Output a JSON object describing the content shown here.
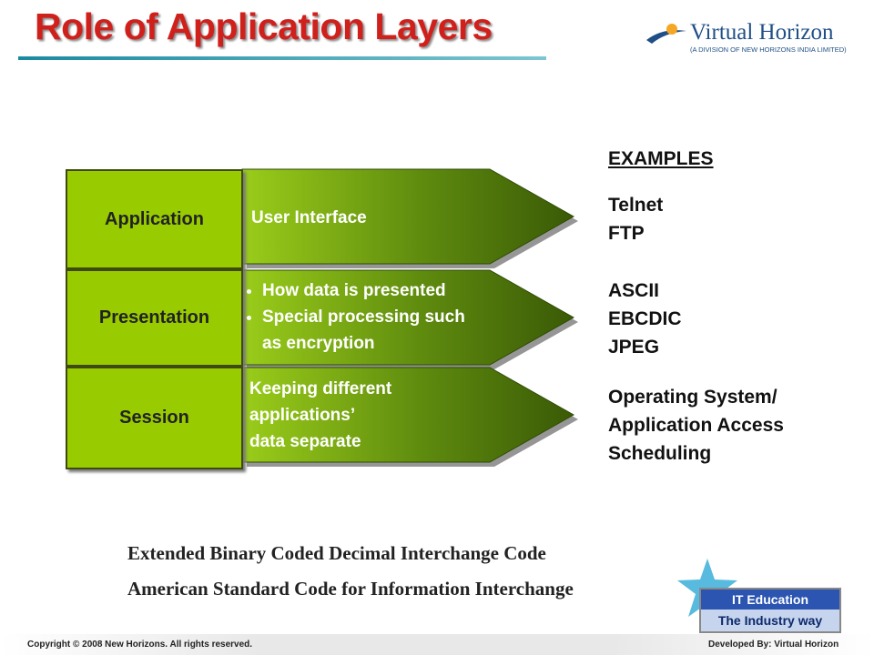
{
  "slide": {
    "title": "Role of Application Layers",
    "logo": {
      "name": "Virtual Horizon",
      "subtitle": "(A DIVISION OF NEW HORIZONS INDIA LIMITED)"
    }
  },
  "layers": [
    {
      "name": "Application",
      "role_text": [
        "User Interface"
      ],
      "role_bullets": []
    },
    {
      "name": "Presentation",
      "role_text": [],
      "role_bullets": [
        "How data is presented",
        "Special processing such as encryption"
      ]
    },
    {
      "name": "Session",
      "role_text": [
        "Keeping different",
        "applications’",
        "data separate"
      ],
      "role_bullets": []
    }
  ],
  "examples": {
    "heading": "EXAMPLES",
    "groups": [
      [
        "Telnet",
        "FTP"
      ],
      [
        "ASCII",
        "EBCDIC",
        "JPEG"
      ],
      [
        "Operating System/",
        "Application Access",
        "Scheduling"
      ]
    ]
  },
  "notes": [
    "Extended Binary Coded Decimal Interchange Code",
    "American Standard Code for Information Interchange"
  ],
  "badge": {
    "line1": "IT Education",
    "line2": "The Industry way"
  },
  "footer": {
    "copyright": "Copyright © 2008 New Horizons. All rights reserved.",
    "developer": "Developed By: Virtual Horizon"
  },
  "colors": {
    "title": "#d0201c",
    "layer_fill": "#99cc00",
    "arrow_dark": "#3a5a06"
  }
}
